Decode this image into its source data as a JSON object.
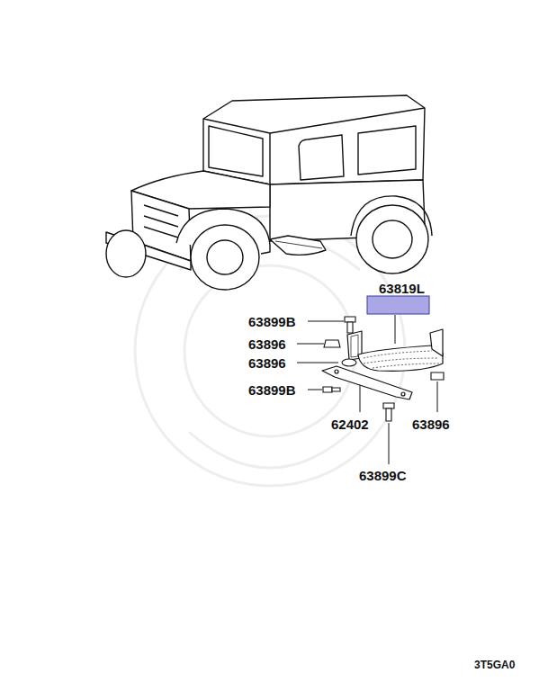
{
  "diagram": {
    "labels": [
      "63819L",
      "63899B",
      "63896",
      "63896",
      "63899B",
      "62402",
      "63896",
      "63899C",
      "3T5GA0"
    ]
  }
}
